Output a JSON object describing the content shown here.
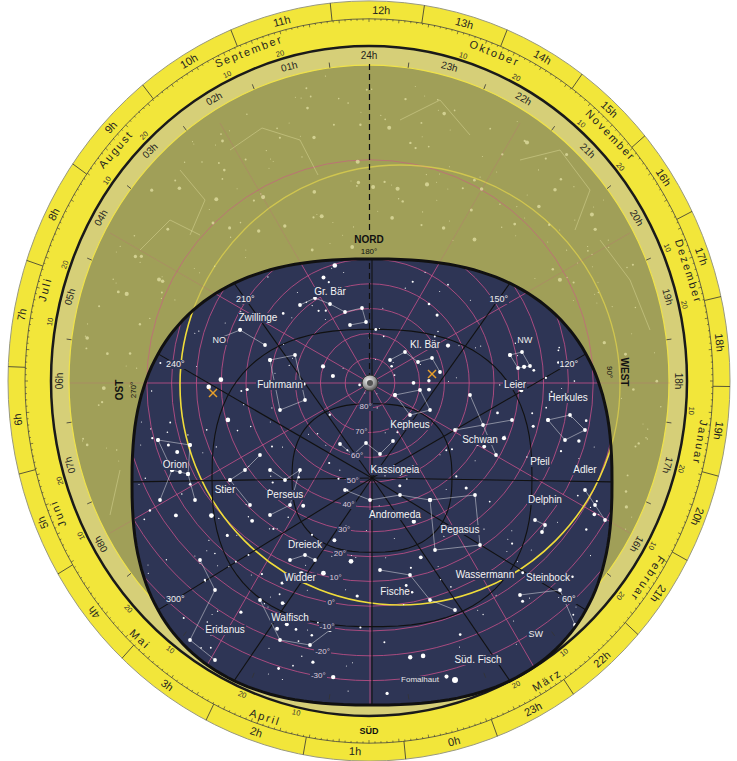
{
  "diagram": {
    "labels": [
      "12h",
      "13h",
      "14h",
      "15h",
      "16h",
      "17h",
      "18h",
      "19h",
      "20h",
      "21h",
      "22h",
      "23h",
      "0h",
      "11h",
      "10h",
      "9h",
      "8h",
      "7h",
      "6h",
      "5h",
      "4h",
      "3h",
      "2h",
      "1h",
      "September",
      "Oktober",
      "November",
      "Dezember",
      "Januar",
      "Februar",
      "März",
      "April",
      "Mai",
      "Juni",
      "Juli",
      "August",
      "10",
      "20",
      "10",
      "20",
      "10",
      "20",
      "10",
      "20",
      "10",
      "20",
      "10",
      "20",
      "10",
      "20",
      "10",
      "20",
      "10",
      "20",
      "10",
      "20",
      "10",
      "20",
      "10",
      "20",
      "24h",
      "01h",
      "02h",
      "03h",
      "04h",
      "05h",
      "06h",
      "07h",
      "08h",
      "23h",
      "22h",
      "21h",
      "20h",
      "19h",
      "18h",
      "17h",
      "16h",
      "NORD",
      "180°",
      "OST",
      "270°",
      "WEST",
      "90°",
      "SÜD",
      "60°",
      "120°",
      "150°",
      "210°",
      "240°",
      "300°",
      "NW",
      "NO",
      "SW",
      "Gr. Bär",
      "Kl. Bär",
      "Zwillinge",
      "Fuhrmann",
      "Kepheus",
      "Kassiopeia",
      "Leier",
      "Herkules",
      "Schwan",
      "Pfeil",
      "Adler",
      "Delphin",
      "Pegasus",
      "Andromeda",
      "Perseus",
      "Dreieck",
      "Widder",
      "Fische",
      "Wassermann",
      "Steinbock",
      "Süd. Fisch",
      "Fomalhaut",
      "Walfisch",
      "Eridanus",
      "Orion",
      "Stier",
      "80°",
      "70°",
      "60°",
      "50°",
      "40°",
      "30°",
      "20°",
      "10°",
      "0°",
      "-10°",
      "-20°",
      "-30°"
    ]
  }
}
